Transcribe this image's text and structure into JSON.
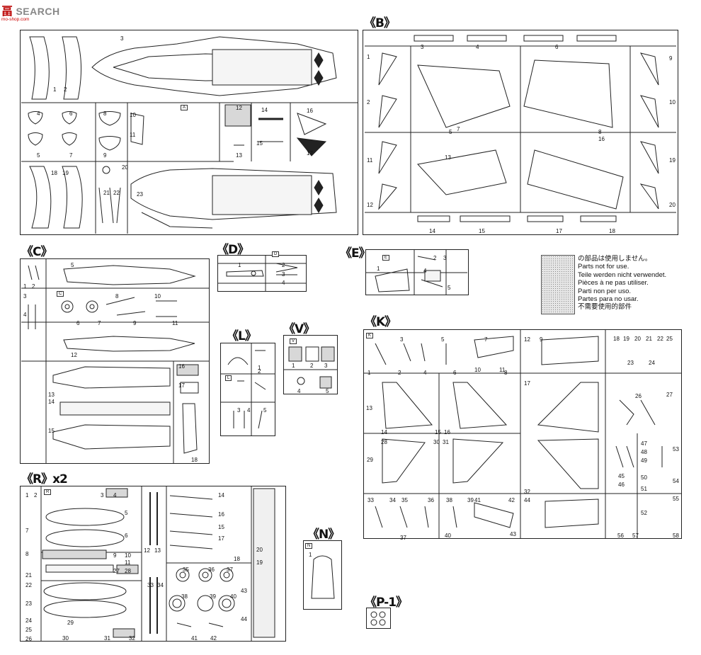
{
  "watermark": {
    "site_cn": "畐",
    "site_en": "SEARCH",
    "url": "mo-shop.com"
  },
  "frames": {
    "A": {
      "title": "",
      "labels": [
        "1",
        "2",
        "3",
        "4",
        "5",
        "6",
        "7",
        "8",
        "9",
        "10",
        "11",
        "12",
        "13",
        "14",
        "15",
        "16",
        "17",
        "18",
        "19",
        "20",
        "21",
        "22",
        "23"
      ],
      "tag": "A"
    },
    "B": {
      "title": "《B》",
      "labels": [
        "1",
        "2",
        "3",
        "4",
        "5",
        "6",
        "7",
        "8",
        "9",
        "10",
        "11",
        "12",
        "13",
        "14",
        "15",
        "16",
        "17",
        "18",
        "19",
        "20"
      ]
    },
    "C": {
      "title": "《C》",
      "labels": [
        "1",
        "2",
        "3",
        "4",
        "5",
        "6",
        "7",
        "8",
        "9",
        "10",
        "11",
        "12",
        "13",
        "14",
        "15",
        "16",
        "17",
        "18"
      ],
      "tag": "C"
    },
    "D": {
      "title": "《D》",
      "labels": [
        "1",
        "2",
        "3",
        "4"
      ],
      "tag": "D"
    },
    "E": {
      "title": "《E》",
      "labels": [
        "1",
        "2",
        "3",
        "4",
        "5"
      ],
      "tag": "E"
    },
    "L": {
      "title": "《L》",
      "labels": [
        "1",
        "2",
        "3",
        "4",
        "5"
      ],
      "tag": "L"
    },
    "V": {
      "title": "《V》",
      "labels": [
        "1",
        "2",
        "3",
        "4",
        "5"
      ],
      "tag": "V"
    },
    "K": {
      "title": "《K》",
      "labels": [
        "1",
        "2",
        "3",
        "4",
        "5",
        "6",
        "7",
        "8",
        "9",
        "10",
        "11",
        "12",
        "13",
        "14",
        "15",
        "16",
        "17",
        "18",
        "19",
        "20",
        "21",
        "22",
        "23",
        "24",
        "25",
        "26",
        "27",
        "28",
        "29",
        "30",
        "31",
        "32",
        "33",
        "34",
        "35",
        "36",
        "37",
        "38",
        "39",
        "40",
        "41",
        "42",
        "43",
        "44",
        "45",
        "46",
        "47",
        "48",
        "49",
        "50",
        "51",
        "52",
        "53",
        "54",
        "55",
        "56",
        "57",
        "58"
      ],
      "tag": "K"
    },
    "R": {
      "title": "《R》x2",
      "labels": [
        "1",
        "2",
        "3",
        "4",
        "5",
        "6",
        "7",
        "8",
        "9",
        "10",
        "11",
        "12",
        "13",
        "14",
        "15",
        "16",
        "17",
        "18",
        "19",
        "20",
        "21",
        "22",
        "23",
        "24",
        "25",
        "26",
        "27",
        "28",
        "29",
        "30",
        "31",
        "32",
        "33",
        "34",
        "35",
        "36",
        "37",
        "38",
        "39",
        "40",
        "41",
        "42",
        "43",
        "44"
      ],
      "tag": "R"
    },
    "N": {
      "title": "《N》",
      "labels": [
        "1"
      ],
      "tag": "N"
    },
    "P1": {
      "title": "《P-1》"
    }
  },
  "legend": {
    "lines": [
      "の部品は使用しません。",
      "Parts not for use.",
      "Teile werden nicht verwendet.",
      "Pièces à ne pas utiliser.",
      "Parti non per uso.",
      "Partes para no usar.",
      "不需要使用的部件"
    ]
  },
  "colors": {
    "line": "#222222",
    "unused": "#d8d8d8"
  }
}
